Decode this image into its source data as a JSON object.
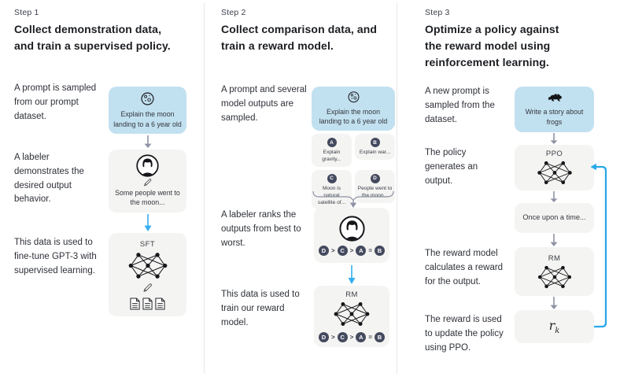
{
  "colors": {
    "prompt-box-bg": "#c2e1f0",
    "model-box-bg": "#f4f4f2",
    "arrow-blue": "#35aef2",
    "arrow-gray": "#8f93a6",
    "rank-circle-bg": "#444a5e",
    "divider": "#e7e7e7",
    "heading-text": "#1b1d21",
    "body-text": "#2e3138"
  },
  "step1": {
    "label": "Step 1",
    "title": "Collect demonstration data, and train a supervised policy.",
    "caption_prompt": "A prompt is sampled from our prompt dataset.",
    "caption_labeler": "A labeler demonstrates the desired output behavior.",
    "caption_finetune": "This data is used to fine-tune GPT-3 with supervised learning.",
    "prompt_box_text": "Explain the moon landing to a 6 year old",
    "labeler_box_text": "Some people went to the moon...",
    "model_label": "SFT"
  },
  "step2": {
    "label": "Step 2",
    "title": "Collect comparison data, and train a reward model.",
    "caption_prompt": "A prompt and several model outputs are sampled.",
    "caption_rank": "A labeler ranks the outputs from best to worst.",
    "caption_train": "This data is used to train our reward model.",
    "prompt_box_text": "Explain the moon landing to a 6 year old",
    "outputs": [
      {
        "letter": "A",
        "text": "Explain gravity..."
      },
      {
        "letter": "B",
        "text": "Explain war..."
      },
      {
        "letter": "C",
        "text": "Moon is natural satellite of..."
      },
      {
        "letter": "D",
        "text": "People went to the moon..."
      }
    ],
    "ranking": [
      "D",
      "C",
      "A",
      "B"
    ],
    "rank_separators": [
      ">",
      ">",
      "="
    ],
    "model_label": "RM"
  },
  "step3": {
    "label": "Step 3",
    "title": "Optimize a policy against the reward model using reinforcement learning.",
    "caption_prompt": "A new prompt is sampled from the dataset.",
    "caption_policy": "The policy generates an output.",
    "caption_reward": "The reward model calculates a reward for the output.",
    "caption_update": "The reward is used to update the policy using PPO.",
    "prompt_box_text": "Write a story about frogs",
    "policy_label": "PPO",
    "output_box_text": "Once upon a time...",
    "rm_label": "RM",
    "reward_symbol": "r",
    "reward_subscript": "k"
  },
  "icons": {
    "moon-icon": "moon with craters",
    "labeler-avatar-icon": "human labeler portrait",
    "pencil-icon": "writing pencil",
    "neural-network-icon": "small neural network graph",
    "document-icon": "page with text lines",
    "frog-icon": "frog silhouette",
    "down-arrow-icon": "downward flow arrow",
    "merge-brace-icon": "outputs merged into one arrow",
    "feedback-loop-arrow-icon": "reward fed back into the policy"
  }
}
